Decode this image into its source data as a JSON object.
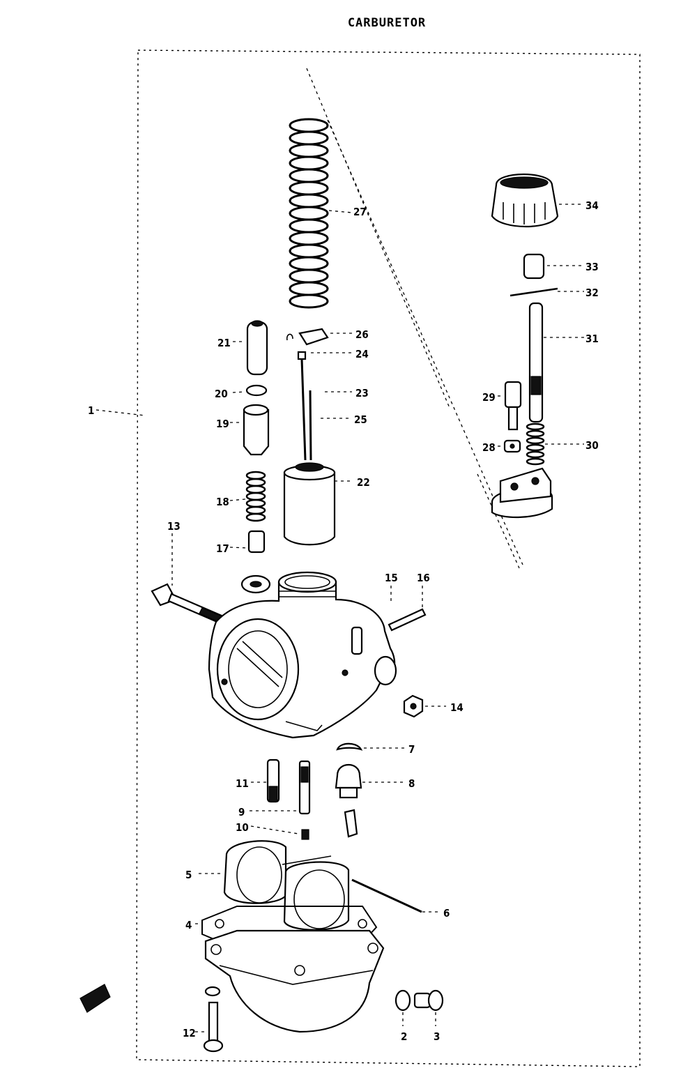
{
  "title": "CARBURETOR",
  "parts": [
    {
      "id": "p1",
      "label": "1"
    },
    {
      "id": "p2",
      "label": "2"
    },
    {
      "id": "p3",
      "label": "3"
    },
    {
      "id": "p4",
      "label": "4"
    },
    {
      "id": "p5",
      "label": "5"
    },
    {
      "id": "p6",
      "label": "6"
    },
    {
      "id": "p7",
      "label": "7"
    },
    {
      "id": "p8",
      "label": "8"
    },
    {
      "id": "p9",
      "label": "9"
    },
    {
      "id": "p10",
      "label": "10"
    },
    {
      "id": "p11",
      "label": "11"
    },
    {
      "id": "p12",
      "label": "12"
    },
    {
      "id": "p13",
      "label": "13"
    },
    {
      "id": "p14",
      "label": "14"
    },
    {
      "id": "p15",
      "label": "15"
    },
    {
      "id": "p16",
      "label": "16"
    },
    {
      "id": "p17",
      "label": "17"
    },
    {
      "id": "p18",
      "label": "18"
    },
    {
      "id": "p19",
      "label": "19"
    },
    {
      "id": "p20",
      "label": "20"
    },
    {
      "id": "p21",
      "label": "21"
    },
    {
      "id": "p22",
      "label": "22"
    },
    {
      "id": "p23",
      "label": "23"
    },
    {
      "id": "p24",
      "label": "24"
    },
    {
      "id": "p25",
      "label": "25"
    },
    {
      "id": "p26",
      "label": "26"
    },
    {
      "id": "p27",
      "label": "27"
    },
    {
      "id": "p28",
      "label": "28"
    },
    {
      "id": "p29",
      "label": "29"
    },
    {
      "id": "p30",
      "label": "30"
    },
    {
      "id": "p31",
      "label": "31"
    },
    {
      "id": "p32",
      "label": "32"
    },
    {
      "id": "p33",
      "label": "33"
    },
    {
      "id": "p34",
      "label": "34"
    }
  ]
}
